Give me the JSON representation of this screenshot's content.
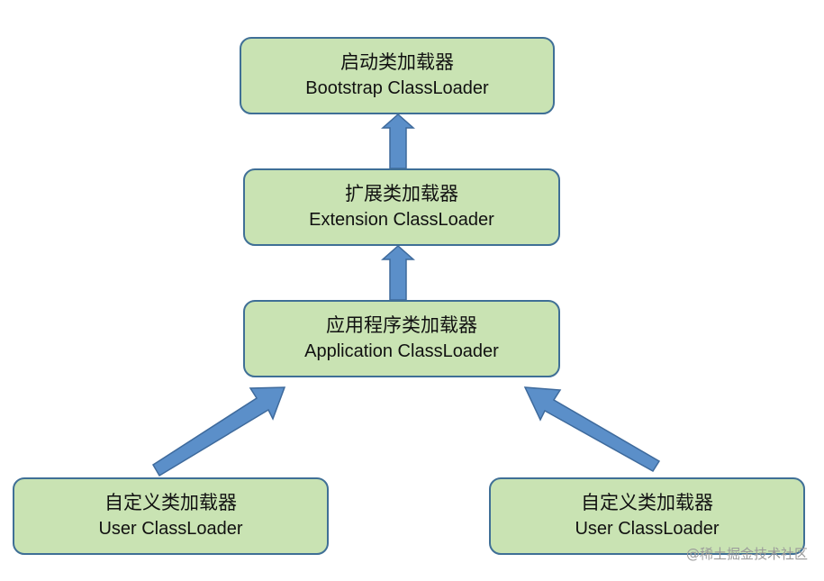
{
  "boxes": {
    "bootstrap": {
      "cn": "启动类加载器",
      "en": "Bootstrap ClassLoader"
    },
    "extension": {
      "cn": "扩展类加载器",
      "en": "Extension ClassLoader"
    },
    "application": {
      "cn": "应用程序类加载器",
      "en": "Application ClassLoader"
    },
    "user_left": {
      "cn": "自定义类加载器",
      "en": "User ClassLoader"
    },
    "user_right": {
      "cn": "自定义类加载器",
      "en": "User ClassLoader"
    }
  },
  "watermark": "@稀土掘金技术社区",
  "colors": {
    "box_fill": "#c9e3b3",
    "box_border": "#3f6f96",
    "arrow_fill": "#5b8fc9",
    "arrow_stroke": "#3e6a9c"
  }
}
